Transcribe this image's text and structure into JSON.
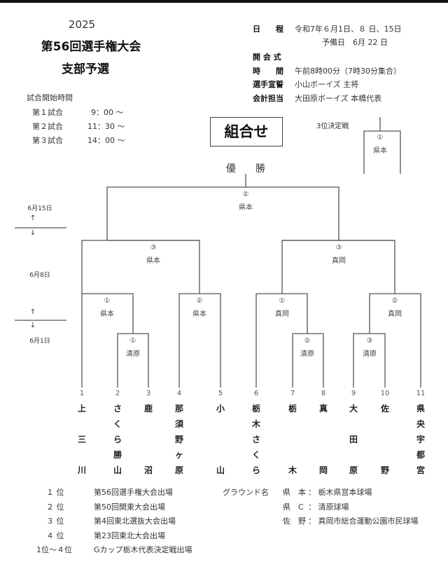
{
  "header": {
    "year": "2025",
    "title": "第56回選手権大会",
    "subtitle": "支部予選"
  },
  "start_times": {
    "heading": "試合開始時間",
    "games": [
      {
        "label": "第１試合",
        "time": "9：00 ～"
      },
      {
        "label": "第２試合",
        "time": "11：30 ～"
      },
      {
        "label": "第３試合",
        "time": "14：00 ～"
      }
    ]
  },
  "info": {
    "schedule_label": "日　　程",
    "schedule_value": "令和7年６月1日、８ 日、15日",
    "reserve": "予備日　6月 22 日",
    "opening_label": "開 会 式",
    "time_label": "時　　間",
    "time_value": "午前8時00分（7時30分集合）",
    "oath_label": "選手宣誓",
    "oath_value": "小山ボーイズ 主将",
    "accounting_label": "会計担当",
    "accounting_value": "大田原ボーイズ 本橋代表"
  },
  "bracket": {
    "title": "組合せ",
    "champion": "優　　勝",
    "third_place_label": "3位決定戦",
    "dates": [
      "6月15日",
      "6月8日",
      "6月1日"
    ],
    "arrow_up": "↑",
    "arrow_down": "↓",
    "final": {
      "game": "②",
      "venue": "県本"
    },
    "third": {
      "game": "①",
      "venue": "県本"
    },
    "semis": [
      {
        "game": "③",
        "venue": "県本"
      },
      {
        "game": "③",
        "venue": "真岡"
      }
    ],
    "quarters": [
      {
        "game": "①",
        "venue": "県本"
      },
      {
        "game": "②",
        "venue": "県本"
      },
      {
        "game": "①",
        "venue": "真岡"
      },
      {
        "game": "②",
        "venue": "真岡"
      }
    ],
    "first": [
      {
        "game": "①",
        "venue": "清原"
      },
      {
        "game": "②",
        "venue": "清原"
      },
      {
        "game": "③",
        "venue": "清原"
      }
    ],
    "teams": [
      {
        "no": "1",
        "chars": [
          "上",
          "",
          "三",
          "",
          "川"
        ]
      },
      {
        "no": "2",
        "chars": [
          "さ",
          "く",
          "ら",
          "勝",
          "山"
        ]
      },
      {
        "no": "3",
        "chars": [
          "鹿",
          "",
          "",
          "",
          "沼"
        ]
      },
      {
        "no": "4",
        "chars": [
          "那",
          "須",
          "野",
          "ヶ",
          "原"
        ]
      },
      {
        "no": "5",
        "chars": [
          "小",
          "",
          "",
          "",
          "山"
        ]
      },
      {
        "no": "6",
        "chars": [
          "栃",
          "木",
          "さ",
          "く",
          "ら"
        ]
      },
      {
        "no": "7",
        "chars": [
          "栃",
          "",
          "",
          "",
          "木"
        ]
      },
      {
        "no": "8",
        "chars": [
          "真",
          "",
          "",
          "",
          "岡"
        ]
      },
      {
        "no": "9",
        "chars": [
          "大",
          "",
          "田",
          "",
          "原"
        ]
      },
      {
        "no": "10",
        "chars": [
          "佐",
          "",
          "",
          "",
          "野"
        ]
      },
      {
        "no": "11",
        "chars": [
          "県",
          "央",
          "宇",
          "都",
          "宮"
        ]
      }
    ]
  },
  "footer": {
    "ranks": [
      {
        "rank": "１ 位",
        "desc": "第56回選手権大会出場"
      },
      {
        "rank": "２ 位",
        "desc": "第50回関東大会出場"
      },
      {
        "rank": "３ 位",
        "desc": "第4回東北選抜大会出場"
      },
      {
        "rank": "４ 位",
        "desc": "第23回東北大会出場"
      },
      {
        "rank": "1位～４位",
        "desc": "Gカップ栃木代表決定戦出場"
      }
    ],
    "ground_label": "グラウンド名",
    "grounds": [
      {
        "short": "県　本",
        "name": "：  栃木県営本球場"
      },
      {
        "short": "県　C",
        "name": "：  清原球場"
      },
      {
        "short": "佐　野",
        "name": "：  真岡市総合運動公園市民球場"
      }
    ]
  }
}
